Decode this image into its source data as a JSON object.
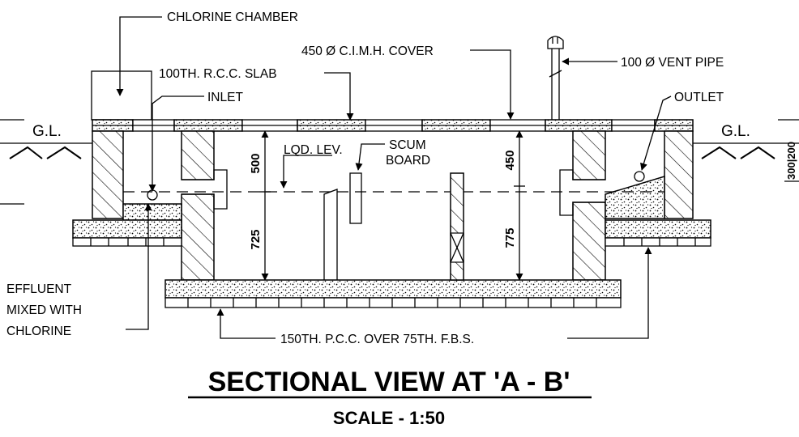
{
  "labels": {
    "chlorine_chamber": "CHLORINE CHAMBER",
    "cover": "450 Ø C.I.M.H. COVER",
    "vent_pipe": "100 Ø VENT PIPE",
    "slab": "100TH. R.C.C. SLAB",
    "inlet": "INLET",
    "outlet": "OUTLET",
    "gl_left": "G.L.",
    "gl_right": "G.L.",
    "liquid_level": "LQD. LEV.",
    "scum_board_1": "SCUM",
    "scum_board_2": "BOARD",
    "effluent_1": "EFFLUENT",
    "effluent_2": "MIXED WITH",
    "effluent_3": "CHLORINE",
    "base": "150TH. P.C.C. OVER 75TH. F.B.S.",
    "edge_dim": "300|200"
  },
  "dimensions": {
    "left_upper": "500",
    "left_lower": "725",
    "right_upper": "450",
    "right_lower": "775"
  },
  "title": "SECTIONAL VIEW AT 'A - B'",
  "scale": "SCALE - 1:50"
}
